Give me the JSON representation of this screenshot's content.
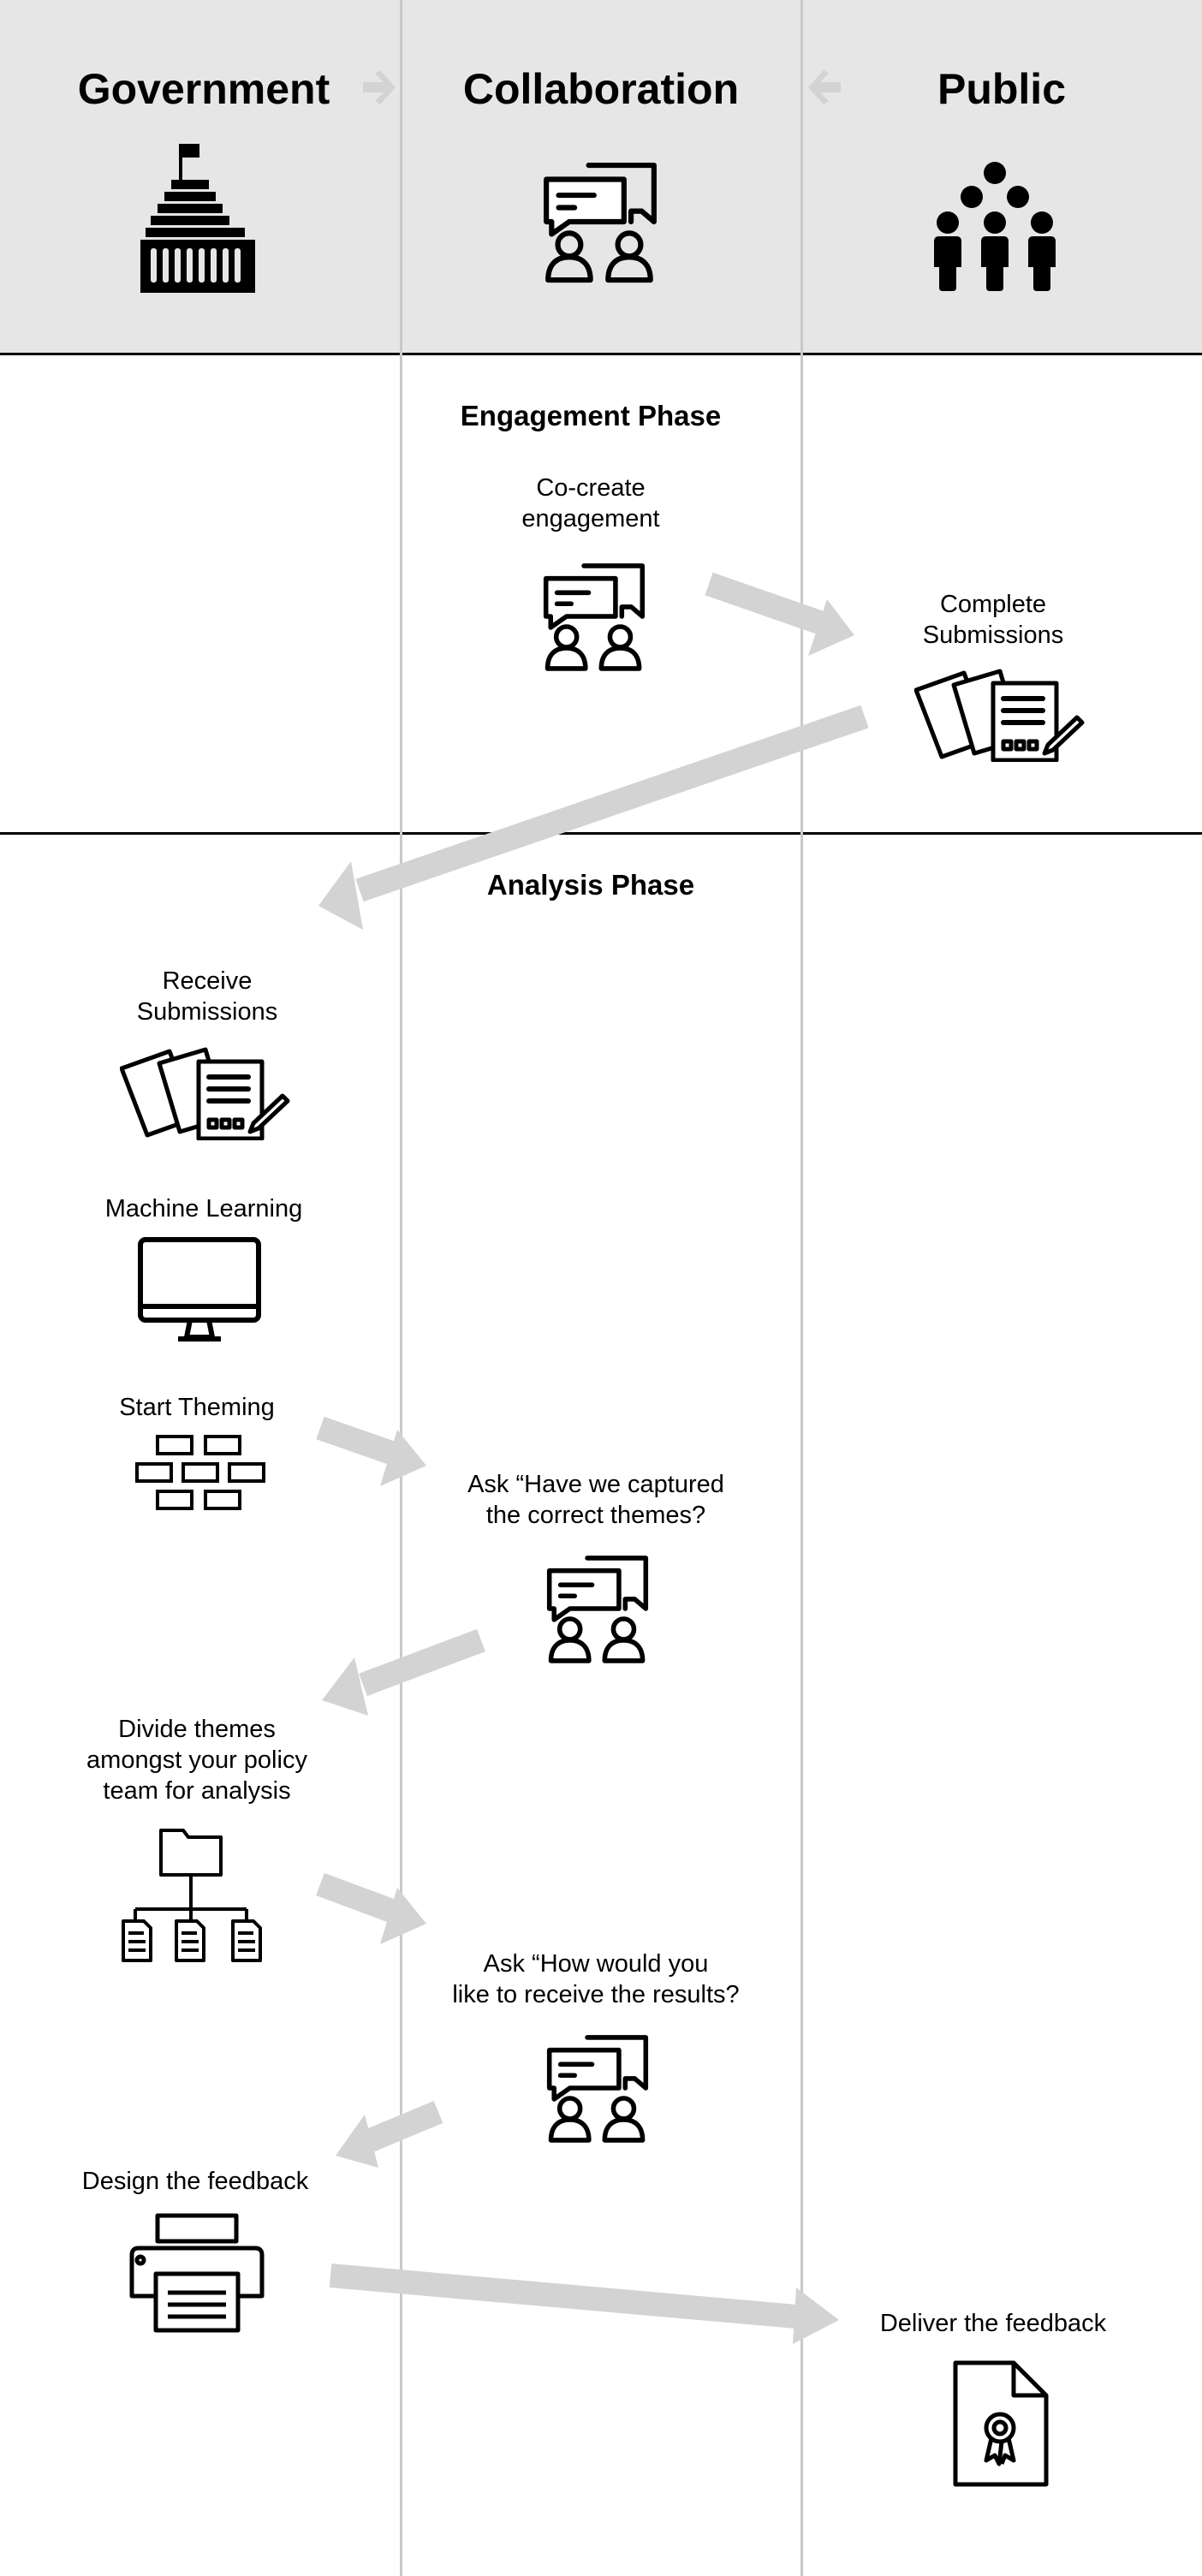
{
  "colors": {
    "header_bg": "#e6e6e7",
    "divider": "#000000",
    "lane_line": "#c9c9c9",
    "arrow": "#d3d3d3",
    "icon": "#000000"
  },
  "header": {
    "columns": [
      {
        "title": "Government",
        "icon": "capitol-building-icon"
      },
      {
        "title": "Collaboration",
        "icon": "collaboration-chat-icon"
      },
      {
        "title": "Public",
        "icon": "crowd-icon"
      }
    ]
  },
  "engagement": {
    "title": "Engagement Phase",
    "co_create": "Co-create\nengagement",
    "complete": "Complete\nSubmissions"
  },
  "analysis": {
    "title": "Analysis Phase",
    "receive": "Receive\nSubmissions",
    "ml": "Machine Learning",
    "theming": "Start Theming",
    "ask_themes": "Ask “Have we captured\nthe correct themes?",
    "divide": "Divide themes\namongst your policy\nteam for analysis",
    "ask_results": "Ask “How would you\nlike to receive the results?",
    "design": "Design the feedback",
    "deliver": "Deliver the feedback"
  }
}
